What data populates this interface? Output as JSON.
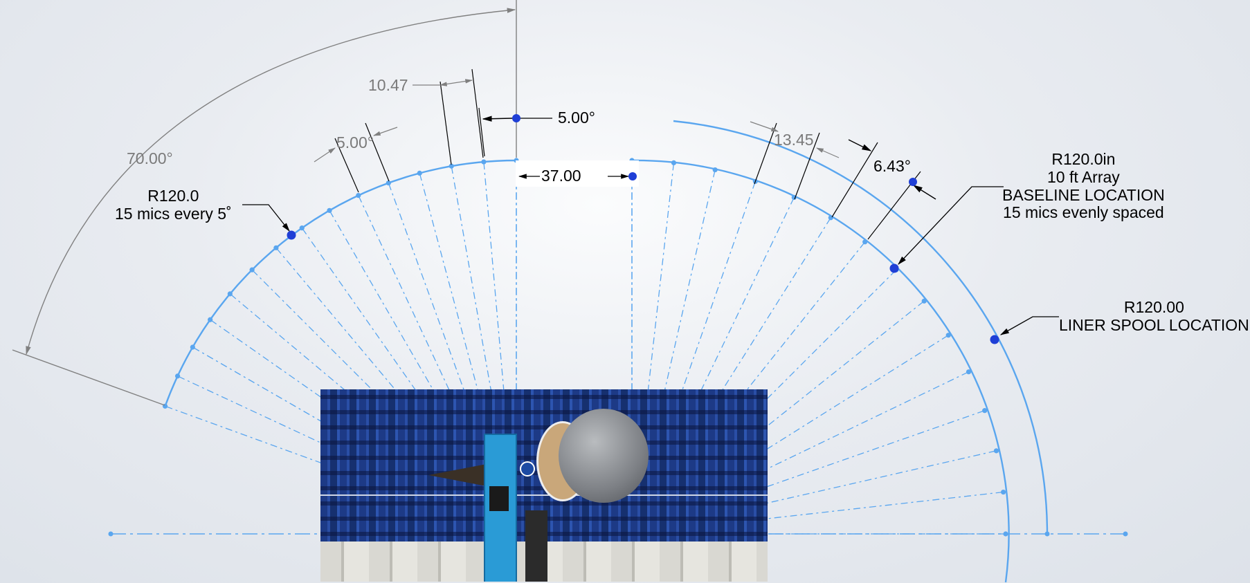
{
  "dimensions": {
    "angle_70": "70.00°",
    "dist_10_47": "10.47",
    "angle_5_left": "5.00°",
    "angle_5_center": "5.00°",
    "dist_37": "37.00",
    "dist_13_45": "13.45",
    "angle_6_43": "6.43°"
  },
  "annotations": {
    "left_array": [
      "R120.0",
      "15 mics every 5˚"
    ],
    "baseline_array": [
      "R120.0in",
      "10 ft Array",
      "BASELINE LOCATION",
      "15 mics evenly spaced"
    ],
    "liner_spool": [
      "R120.00",
      "LINER SPOOL LOCATION"
    ]
  },
  "photo": {
    "subject": "test-chamber-photo"
  },
  "colors": {
    "array_line": "#5aa6ef",
    "marker": "#1f3fd6",
    "dimension": "#808080",
    "leader": "#000000"
  }
}
